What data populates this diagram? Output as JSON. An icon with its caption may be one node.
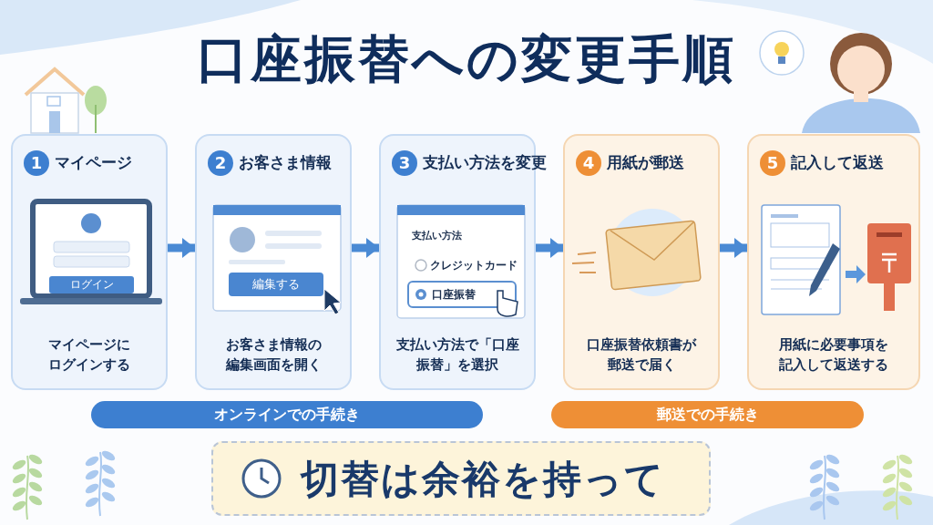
{
  "diagram": {
    "title": "口座振替への変更手順",
    "nodes": [
      {
        "text": [
          "1",
          "マイページ",
          "マイページにログインする"
        ]
      },
      {
        "text": [
          "2",
          "お客さま情報",
          "お客さま情報の編集画面を開く"
        ]
      },
      {
        "text": [
          "3",
          "支払い方法を変更",
          "支払い方法で「口座振替」を選択"
        ]
      },
      {
        "text": [
          "4",
          "用紙が郵送",
          "口座振替依頼書が郵送で届く"
        ]
      },
      {
        "text": [
          "5",
          "記入して返送",
          "用紙に必要事項を記入して返送する"
        ]
      },
      {
        "text": [
          "オンラインでの手続き"
        ]
      },
      {
        "text": [
          "郵送での手続き"
        ]
      },
      {
        "text": [
          "切替は余裕を持って"
        ]
      }
    ],
    "edges": [
      {
        "from": 0,
        "to": 1,
        "arrow": "to"
      },
      {
        "from": 1,
        "to": 2,
        "arrow": "to"
      },
      {
        "from": 2,
        "to": 3,
        "arrow": "to"
      },
      {
        "from": 3,
        "to": 4,
        "arrow": "to"
      }
    ],
    "labels": [
      "ログイン",
      "編集する",
      "支払い方法",
      "クレジットカード",
      "口座振替"
    ]
  }
}
